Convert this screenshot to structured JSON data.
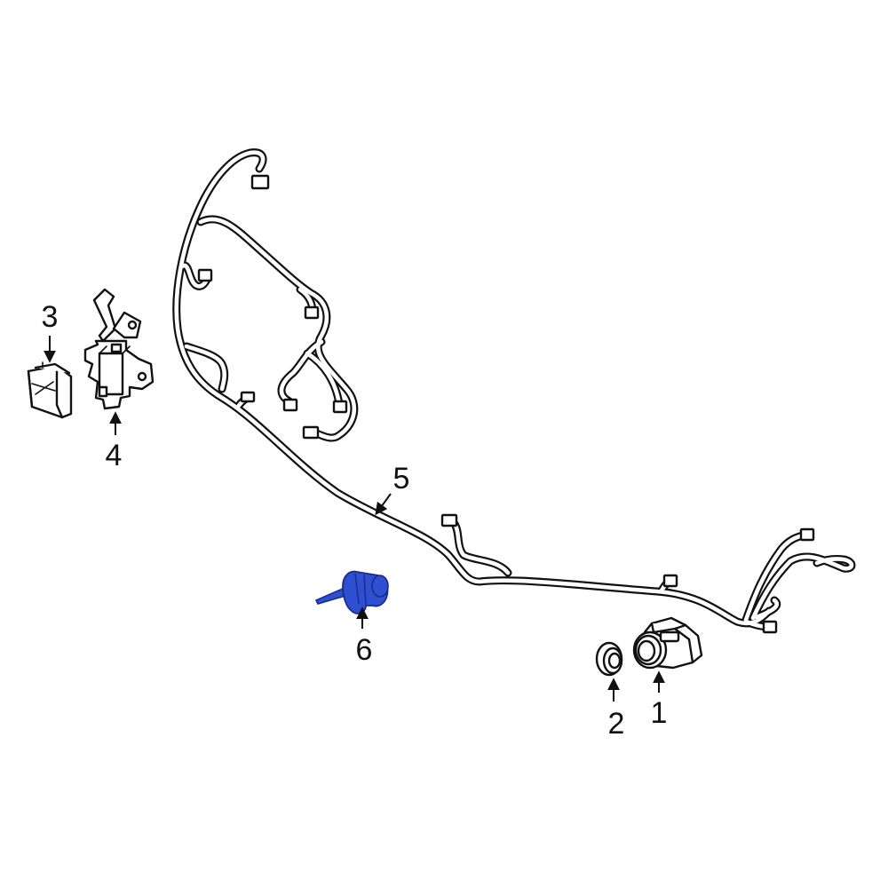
{
  "callouts": {
    "c1": "1",
    "c2": "2",
    "c3": "3",
    "c4": "4",
    "c5": "5",
    "c6": "6"
  },
  "colors": {
    "highlight_part": "#2f4fd1",
    "highlight_part_dark": "#1a2c8a",
    "line": "#111111",
    "background": "#ffffff"
  }
}
